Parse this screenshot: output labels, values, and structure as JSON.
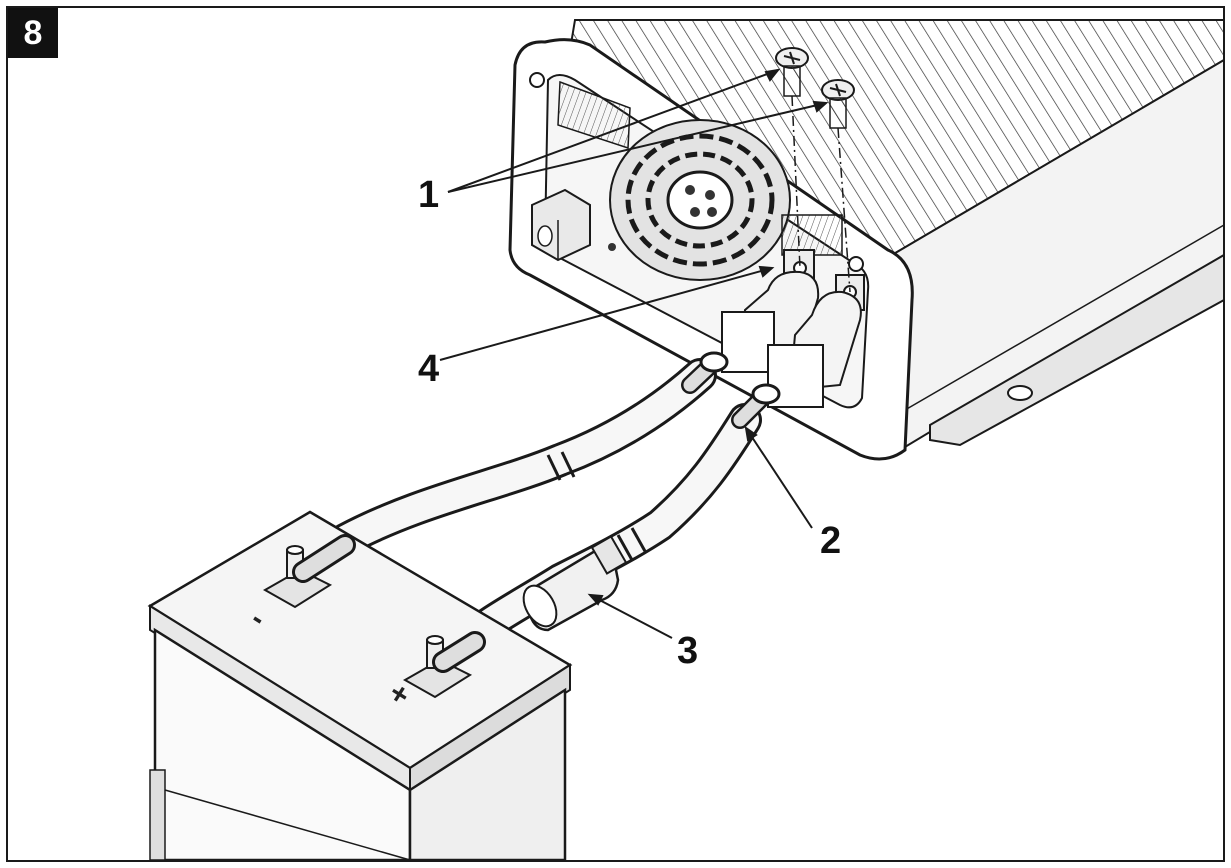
{
  "figure": {
    "number": "8"
  },
  "callouts": [
    {
      "id": "1",
      "label": "1"
    },
    {
      "id": "2",
      "label": "2"
    },
    {
      "id": "3",
      "label": "3"
    },
    {
      "id": "4",
      "label": "4"
    }
  ],
  "battery": {
    "negative_symbol": "-",
    "positive_symbol": "+"
  },
  "colors": {
    "line": "#1a1a1a",
    "shade": "#d9d9d9",
    "light": "#f2f2f2",
    "mid": "#bdbdbd"
  }
}
